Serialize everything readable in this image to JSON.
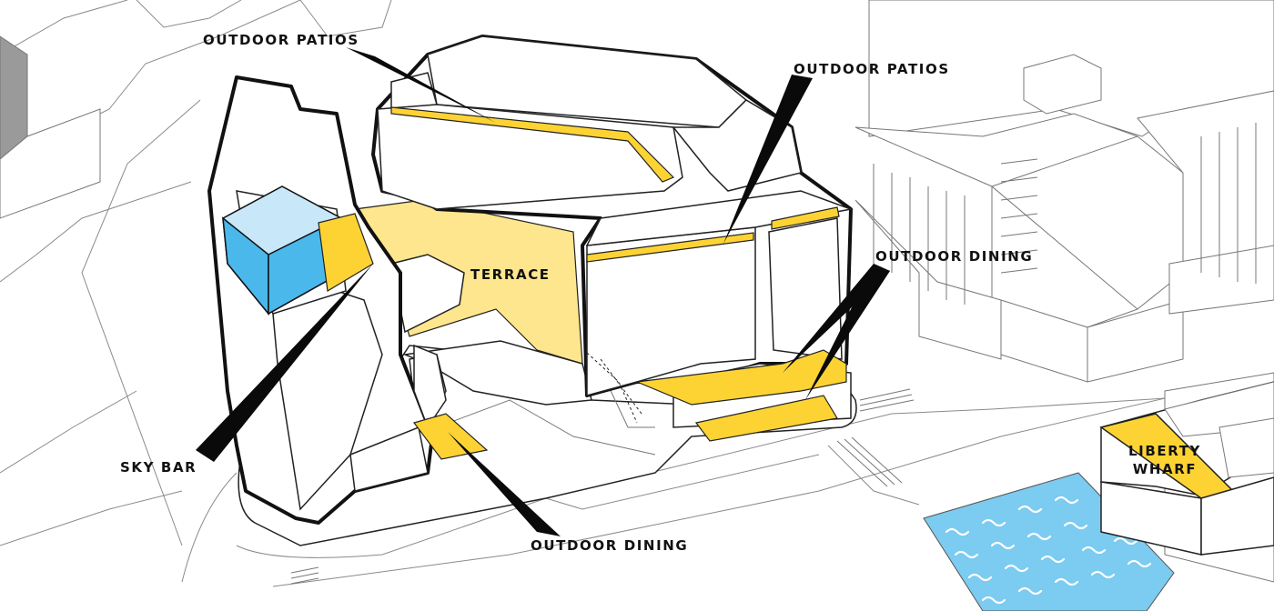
{
  "labels": {
    "outdoor_patios_left": "OUTDOOR PATIOS",
    "outdoor_patios_right": "OUTDOOR PATIOS",
    "terrace": "TERRACE",
    "outdoor_dining_right": "OUTDOOR DINING",
    "sky_bar": "SKY BAR",
    "outdoor_dining_bottom": "OUTDOOR DINING",
    "liberty_wharf_line1": "LIBERTY",
    "liberty_wharf_line2": "WHARF"
  },
  "colors": {
    "outdoor_space_yellow": "#fdd334",
    "terrace_light_yellow": "#fde68d",
    "sky_bar_blue": "#4bb8ec",
    "sky_bar_light_blue": "#c8e7f8",
    "water_blue": "#7ccbf0",
    "line_black": "#111111",
    "context_line_gray": "#777777"
  }
}
